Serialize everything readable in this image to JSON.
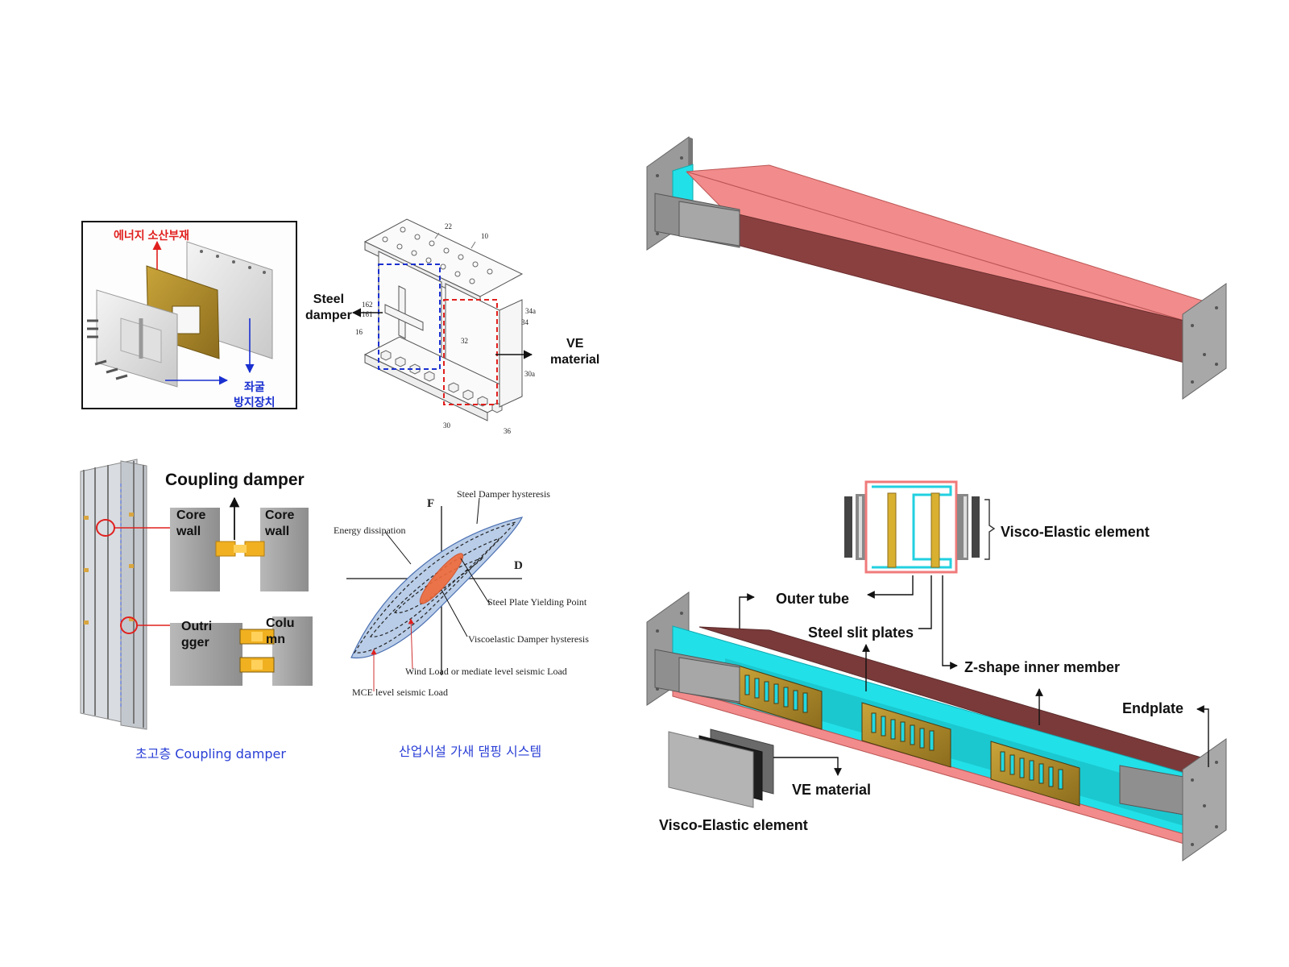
{
  "panel1": {
    "energy_member": "에너지 소산부재",
    "anti_buckling_line1": "좌굴",
    "anti_buckling_line2": "방지장치"
  },
  "panel2": {
    "steel_damper": "Steel\ndamper",
    "ve_material": "VE\nmaterial",
    "part_numbers": [
      "22",
      "10",
      "162",
      "161",
      "16",
      "34a",
      "34",
      "32",
      "30a",
      "30",
      "36"
    ]
  },
  "panel3": {
    "title": "Coupling damper",
    "core_wall_left": "Core\nwall",
    "core_wall_right": "Core\nwall",
    "outrigger": "Outri\ngger",
    "column": "Colu\nmn",
    "caption": "초고층 Coupling damper"
  },
  "panel4": {
    "f_axis": "F",
    "d_axis": "D",
    "steel_hysteresis": "Steel Damper hysteresis",
    "energy_dissipation": "Energy dissipation",
    "yielding_point": "Steel Plate Yielding Point",
    "ve_hysteresis": "Viscoelastic Damper hysteresis",
    "wind_load": "Wind Load or mediate level seismic Load",
    "mce_load": "MCE level seismic Load",
    "caption": "산업시설 가새 댐핑 시스템"
  },
  "panel6": {
    "visco_elastic_top": "Visco-Elastic element",
    "outer_tube": "Outer tube",
    "steel_slit_plates": "Steel slit plates",
    "z_shape": "Z-shape inner member",
    "endplate": "Endplate",
    "ve_material": "VE material",
    "visco_elastic_bottom": "Visco-Elastic element"
  },
  "colors": {
    "blue_caption": "#2a3fd6",
    "red_label": "#e0201e",
    "tube_pink": "#f28b8b",
    "tube_dark": "#8b4040",
    "cyan": "#22e0e8",
    "slit_gold": "#8c7330"
  }
}
